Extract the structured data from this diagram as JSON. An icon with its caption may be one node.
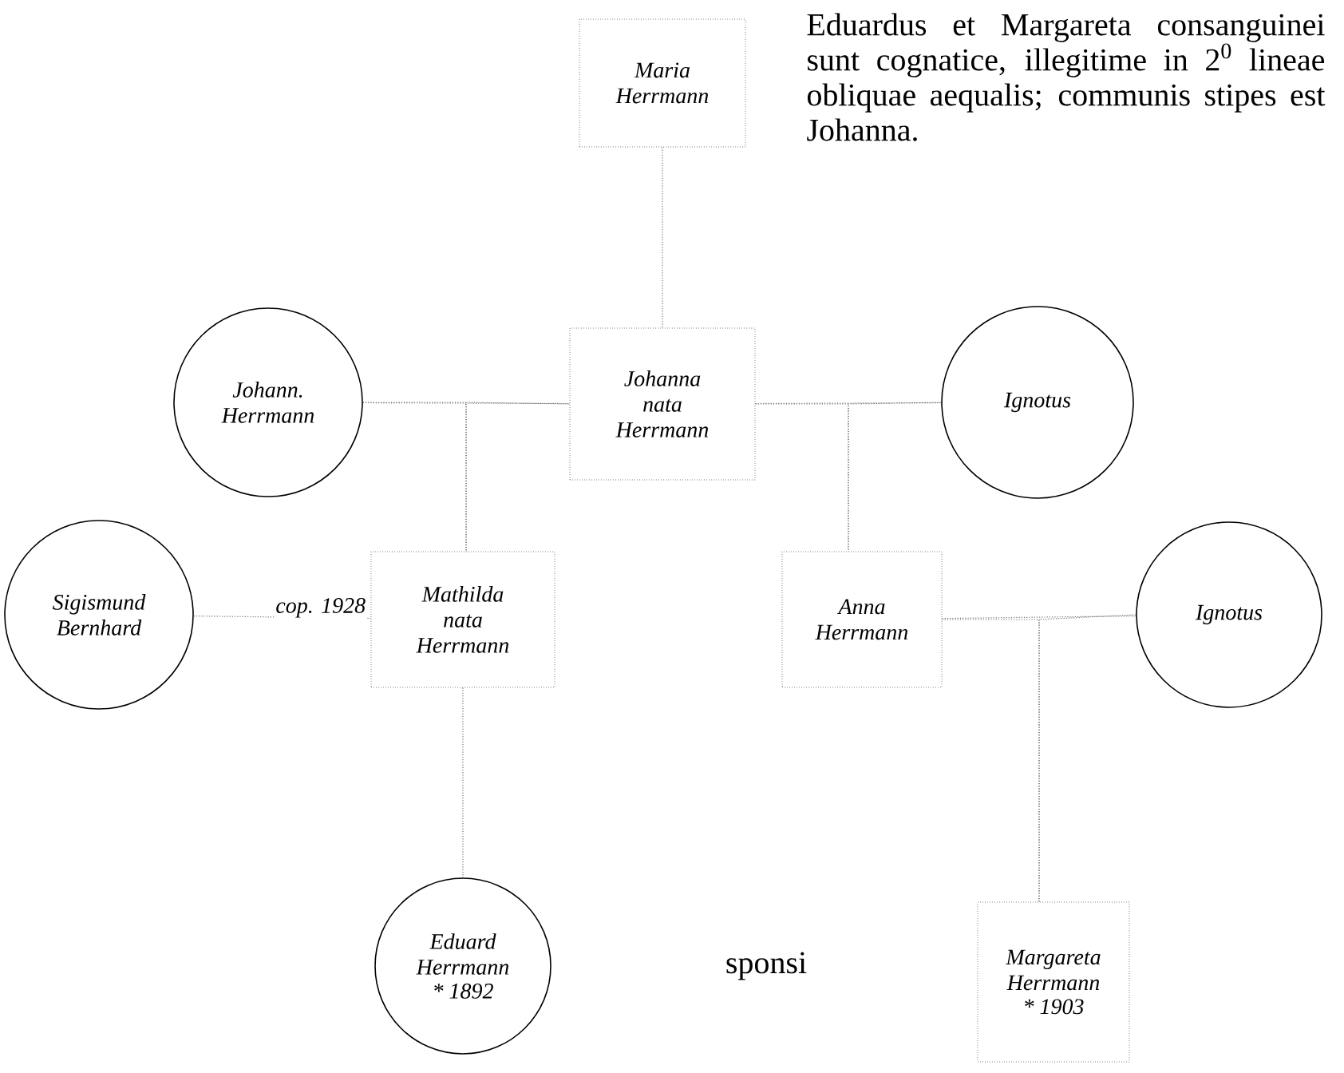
{
  "diagram": {
    "nodes": [
      {
        "text": [
          "Maria Herrmann"
        ]
      },
      {
        "text": [
          "Johann. Herrmann"
        ]
      },
      {
        "text": [
          "Johanna nata Herrmann"
        ]
      },
      {
        "text": [
          "Ignotus"
        ]
      },
      {
        "text": [
          "Sigismund Bernhard"
        ]
      },
      {
        "text": [
          "Mathilda nata Herrmann"
        ]
      },
      {
        "text": [
          "Anna Herrmann"
        ]
      },
      {
        "text": [
          "Ignotus"
        ]
      },
      {
        "text": [
          "Eduard Herrmann",
          "* 1892"
        ]
      },
      {
        "text": [
          "Margareta Herrmann",
          "* 1903"
        ]
      }
    ],
    "edges": [
      {
        "from": 0,
        "to": 2,
        "arrow": "none"
      },
      {
        "from": 1,
        "to": 2,
        "arrow": "none"
      },
      {
        "from": 2,
        "to": 3,
        "arrow": "none"
      },
      {
        "from": 1,
        "to": 5,
        "arrow": "none"
      },
      {
        "from": 2,
        "to": 5,
        "arrow": "none"
      },
      {
        "from": 2,
        "to": 6,
        "arrow": "none"
      },
      {
        "from": 3,
        "to": 6,
        "arrow": "none"
      },
      {
        "from": 4,
        "to": 5,
        "arrow": "none",
        "label": "cop. 1928"
      },
      {
        "from": 5,
        "to": 8,
        "arrow": "none"
      },
      {
        "from": 6,
        "to": 7,
        "arrow": "none"
      },
      {
        "from": 6,
        "to": 9,
        "arrow": "none"
      },
      {
        "from": 7,
        "to": 9,
        "arrow": "none"
      }
    ],
    "labels": [
      "Eduardus et Margareta consanguinei sunt cognatice, illegitime in 2$^{0}$ lineae obliquae aequalis; communis stipes est Johanna.",
      "sponsi"
    ]
  }
}
